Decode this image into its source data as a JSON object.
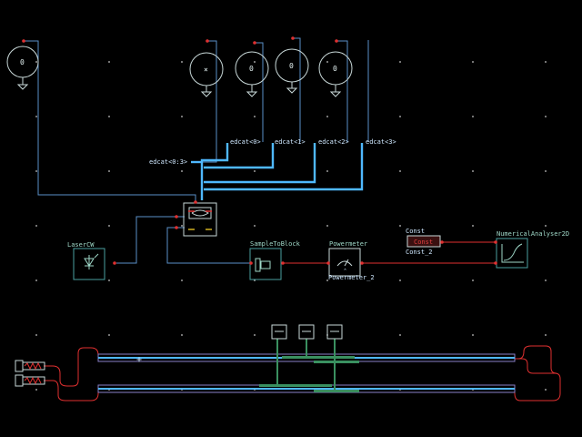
{
  "schematic": {
    "sources": [
      {
        "name": "source-left",
        "value": "0"
      },
      {
        "name": "source-x",
        "value": "×"
      },
      {
        "name": "source-1",
        "value": "0"
      },
      {
        "name": "source-2",
        "value": "0"
      },
      {
        "name": "source-3",
        "value": "0"
      }
    ],
    "bus": {
      "main": "edcat<0:3>",
      "taps": [
        "edcat<0>",
        "edcat<1>",
        "edcat<2>",
        "edcat<3>"
      ]
    },
    "blocks": {
      "laser": "LaserCW",
      "sample": "SampleToBlock",
      "powermeter": "Powermeter",
      "powermeter_inst": "Powermeter_2",
      "const_title": "Const",
      "const_body": "Const",
      "const_inst": "Const_2",
      "analyser": "NumericalAnalyser2D"
    }
  },
  "colors": {
    "wire_red": "#e03030",
    "wire_blue": "#5a90c8",
    "bus_cyan": "#4fb8ff",
    "block_teal": "#4aa0a0",
    "waveguide_green": "#3a9060",
    "dot": "#c8c8c8"
  }
}
